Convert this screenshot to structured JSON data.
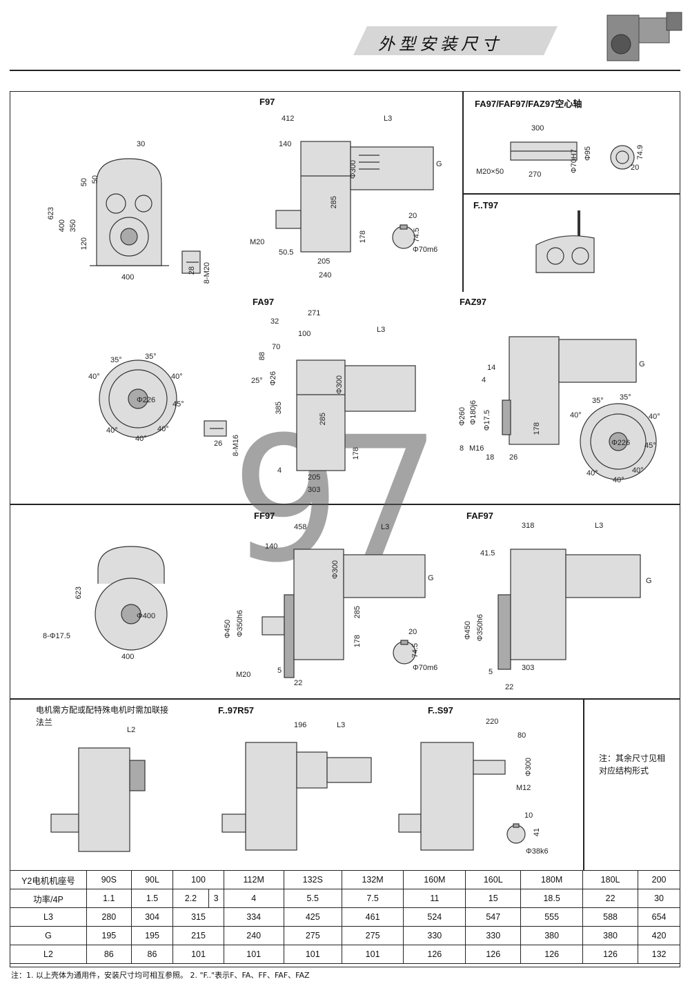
{
  "header": {
    "title": "外型安装尺寸"
  },
  "watermark": "97",
  "sections": {
    "f97": {
      "title": "F97"
    },
    "fa97_hollow": {
      "title": "FA97/FAF97/FAZ97空心轴"
    },
    "ft97": {
      "title": "F..T97"
    },
    "fa97": {
      "title": "FA97"
    },
    "faz97": {
      "title": "FAZ97"
    },
    "ff97": {
      "title": "FF97"
    },
    "faf97": {
      "title": "FAF97"
    },
    "f97r57": {
      "title": "F..97R57"
    },
    "fs97": {
      "title": "F..S97"
    }
  },
  "dims": {
    "f97_side": [
      "30",
      "50",
      "623",
      "400",
      "350",
      "120",
      "400"
    ],
    "f97_end": [
      "28",
      "8-M20"
    ],
    "f97_main": [
      "412",
      "L3",
      "140",
      "G",
      "Φ300",
      "285",
      "M20",
      "178",
      "50.5",
      "205",
      "240"
    ],
    "f97_key": [
      "20",
      "74.5",
      "Φ70m6"
    ],
    "hollow": [
      "300",
      "M20×50",
      "270",
      "Φ70H7",
      "Φ95",
      "74.9",
      "20"
    ],
    "fa97_flange": [
      "35°",
      "35°",
      "40°",
      "40°",
      "45°",
      "Φ226",
      "40°",
      "40°",
      "40°"
    ],
    "fa97_tap": [
      "26",
      "8-M16"
    ],
    "fa97_main": [
      "271",
      "32",
      "100",
      "L3",
      "70",
      "88",
      "25°",
      "Φ26",
      "Φ300",
      "385",
      "285",
      "178",
      "4",
      "205",
      "303"
    ],
    "faz97_main": [
      "G",
      "14",
      "4",
      "Φ260",
      "Φ180j6",
      "Φ17.5",
      "178",
      "8",
      "M16",
      "18",
      "26"
    ],
    "faz97_flange": [
      "35°",
      "35°",
      "40°",
      "40°",
      "Φ226",
      "45°",
      "40°",
      "40°",
      "40°"
    ],
    "ff97_side": [
      "623",
      "8-Φ17.5",
      "Φ400",
      "400"
    ],
    "ff97_main": [
      "458",
      "L3",
      "140",
      "G",
      "Φ300",
      "285",
      "178",
      "Φ450",
      "Φ350h6",
      "M20",
      "5",
      "22"
    ],
    "ff97_key": [
      "20",
      "74.5",
      "Φ70m6"
    ],
    "faf97_main": [
      "318",
      "L3",
      "41.5",
      "G",
      "Φ450",
      "Φ350h6",
      "303",
      "5",
      "22"
    ],
    "r57": [
      "L2",
      "196",
      "L3"
    ],
    "s97": [
      "220",
      "80",
      "Φ300",
      "M12",
      "10",
      "41",
      "Φ38k6"
    ]
  },
  "motor_note": "电机需方配或配特殊电机时需加联接法兰",
  "side_note": "注：其余尺寸见相对应结构形式",
  "table": {
    "rows": [
      {
        "label": "Y2电机机座号",
        "cells": [
          "90S",
          "90L",
          "100",
          "112M",
          "132S",
          "132M",
          "160M",
          "160L",
          "180M",
          "180L",
          "200"
        ]
      },
      {
        "label": "功率/4P",
        "cells": [
          "1.1",
          "1.5",
          "2.2",
          "3",
          "4",
          "5.5",
          "7.5",
          "11",
          "15",
          "18.5",
          "22",
          "30"
        ]
      },
      {
        "label": "L3",
        "cells": [
          "280",
          "304",
          "315",
          "334",
          "425",
          "461",
          "524",
          "547",
          "555",
          "588",
          "654"
        ]
      },
      {
        "label": "G",
        "cells": [
          "195",
          "195",
          "215",
          "240",
          "275",
          "275",
          "330",
          "330",
          "380",
          "380",
          "420"
        ]
      },
      {
        "label": "L2",
        "cells": [
          "86",
          "86",
          "101",
          "101",
          "101",
          "101",
          "126",
          "126",
          "126",
          "126",
          "132"
        ]
      }
    ]
  },
  "footnote": "注：1. 以上壳体为通用件，安装尺寸均可相互参照。   2. \"F..\"表示F、FA、FF、FAF、FAZ"
}
